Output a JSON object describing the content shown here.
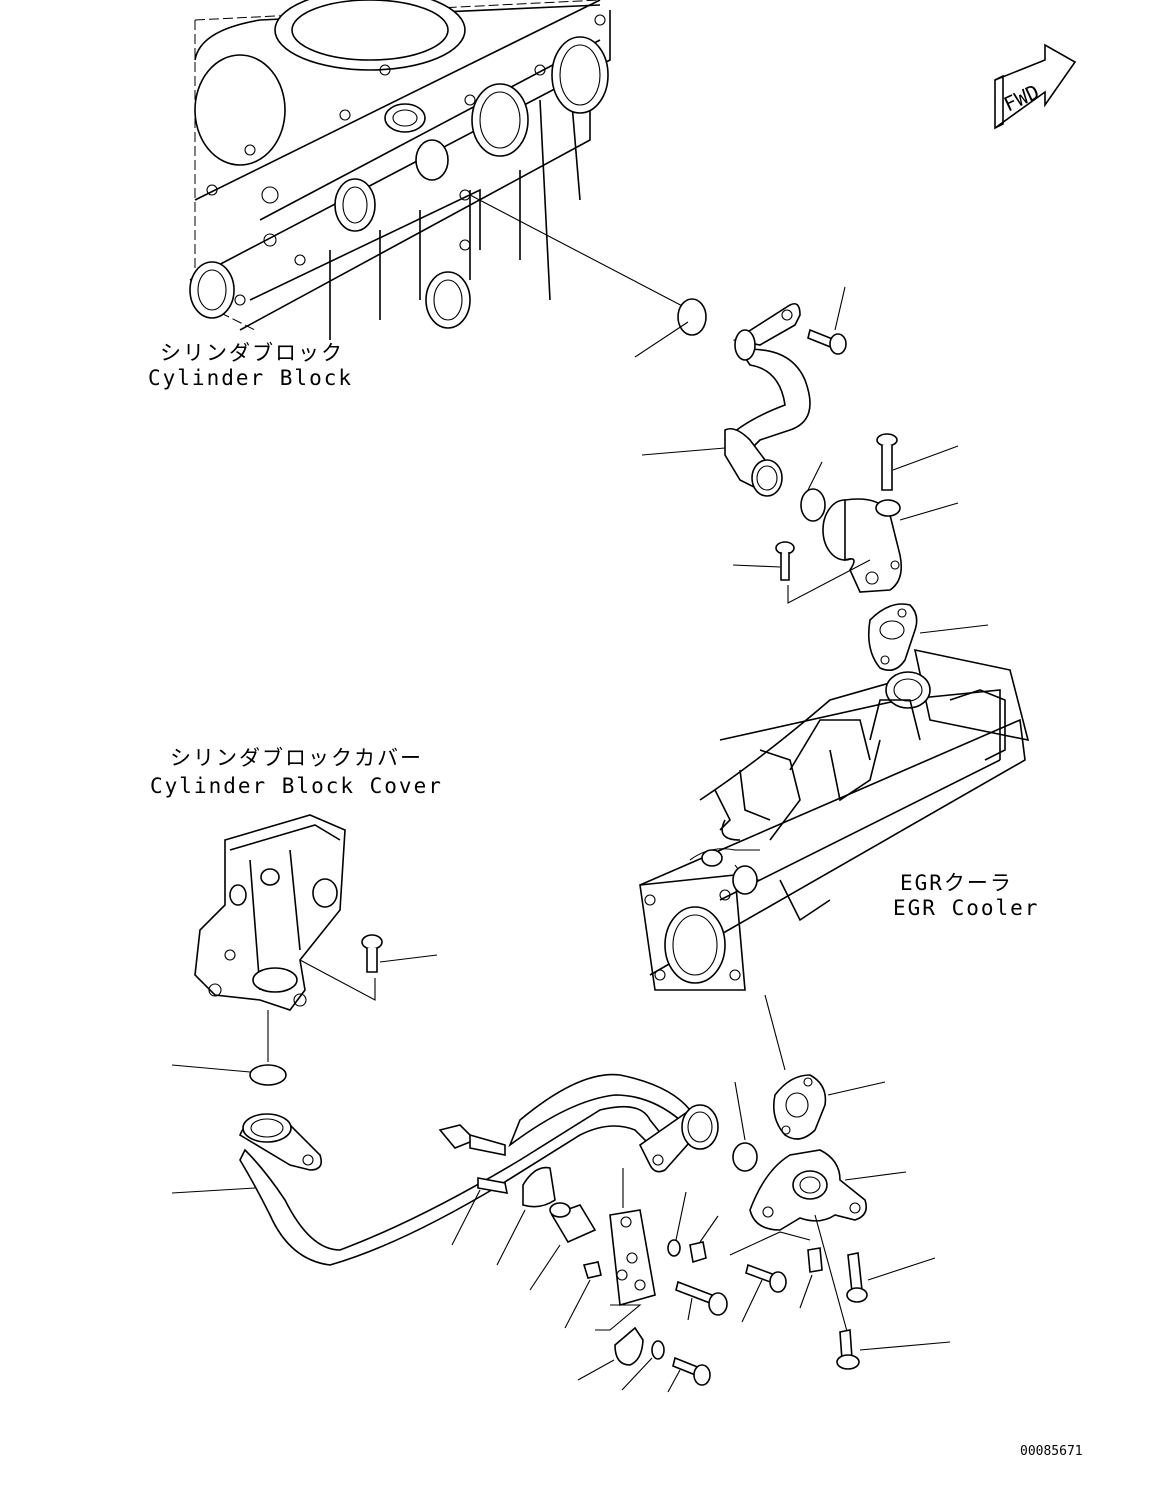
{
  "labels": {
    "cylinder_block_jp": "シリンダブロック",
    "cylinder_block_en": "Cylinder Block",
    "cylinder_block_cover_jp": "シリンダブロックカバー",
    "cylinder_block_cover_en": "Cylinder Block Cover",
    "egr_cooler_jp": "EGRクーラ",
    "egr_cooler_en": "EGR Cooler",
    "fwd": "FWD"
  },
  "figure_code": "00085671"
}
